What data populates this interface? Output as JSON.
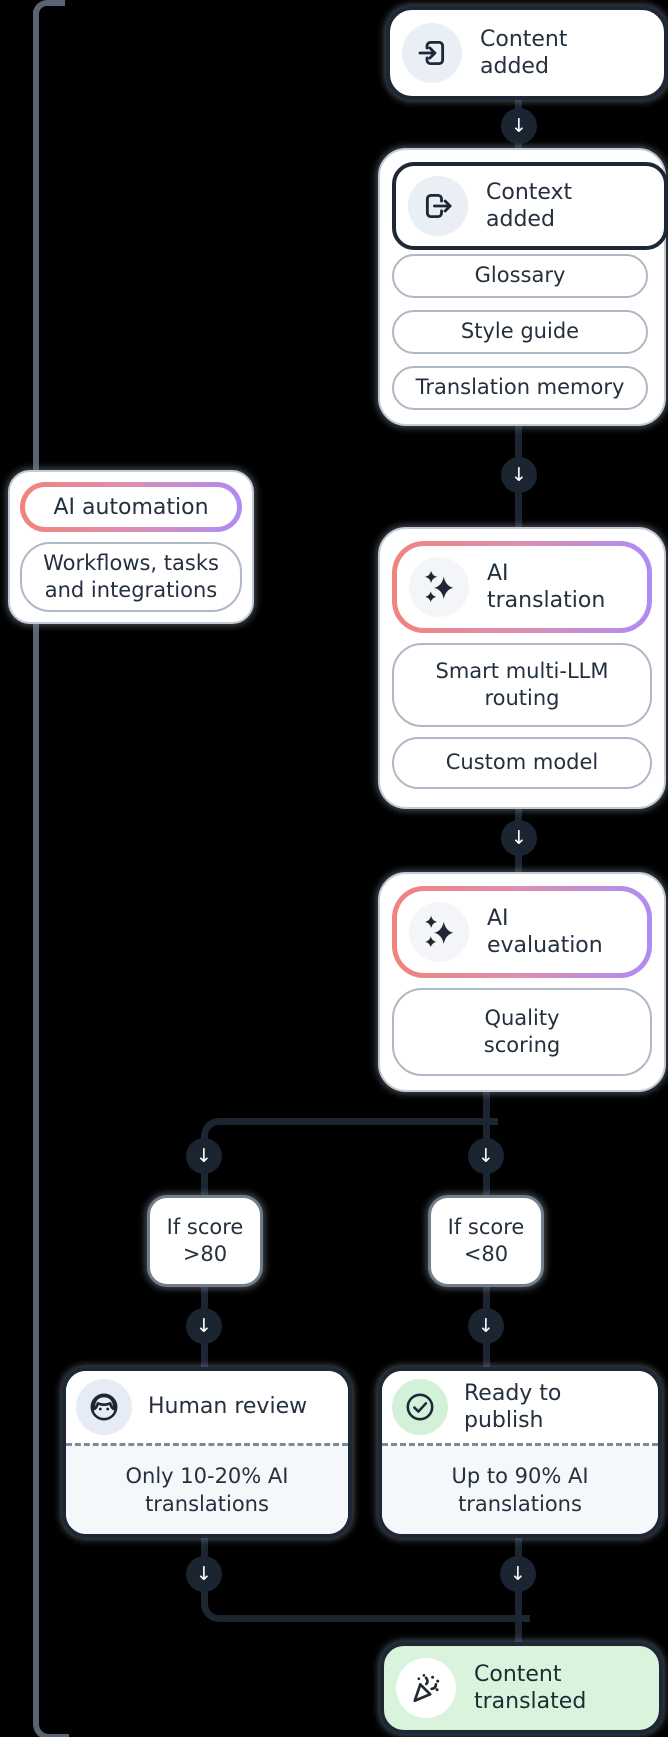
{
  "nodes": {
    "content_added": {
      "label": "Content added",
      "icon": "enter-icon"
    },
    "context_added": {
      "label": "Context added",
      "icon": "exit-icon",
      "items": [
        "Glossary",
        "Style guide",
        "Translation memory"
      ]
    },
    "ai_automation": {
      "label": "AI automation",
      "description": "Workflows, tasks and integrations"
    },
    "ai_translation": {
      "label": "AI translation",
      "icon": "sparkles-icon",
      "items": [
        "Smart multi-LLM routing",
        "Custom model"
      ]
    },
    "ai_evaluation": {
      "label": "AI evaluation",
      "icon": "sparkles-icon",
      "items": [
        "Quality scoring"
      ]
    },
    "if_score_high": {
      "label": "If score >80"
    },
    "if_score_low": {
      "label": "If score <80"
    },
    "human_review": {
      "label": "Human review",
      "icon": "face-icon",
      "note": "Only 10-20% AI translations"
    },
    "ready_to_publish": {
      "label": "Ready to publish",
      "icon": "check-circle-icon",
      "note": "Up to 90% AI translations"
    },
    "content_translated": {
      "label": "Content translated",
      "icon": "party-popper-icon"
    }
  },
  "connectors": {
    "arrow_glyph": "↓"
  },
  "colors": {
    "background": "#000000",
    "ink": "#25303e",
    "dark_border": "#1d2735",
    "connector": "#1c2532",
    "feeder_line": "#5a6372",
    "gradient_start": "#f2837b",
    "gradient_end": "#ae8cf4",
    "success_bg": "#d9f3dc",
    "success_icon_bg": "#d2f1d8",
    "muted_section_bg": "#f5f8fb"
  }
}
